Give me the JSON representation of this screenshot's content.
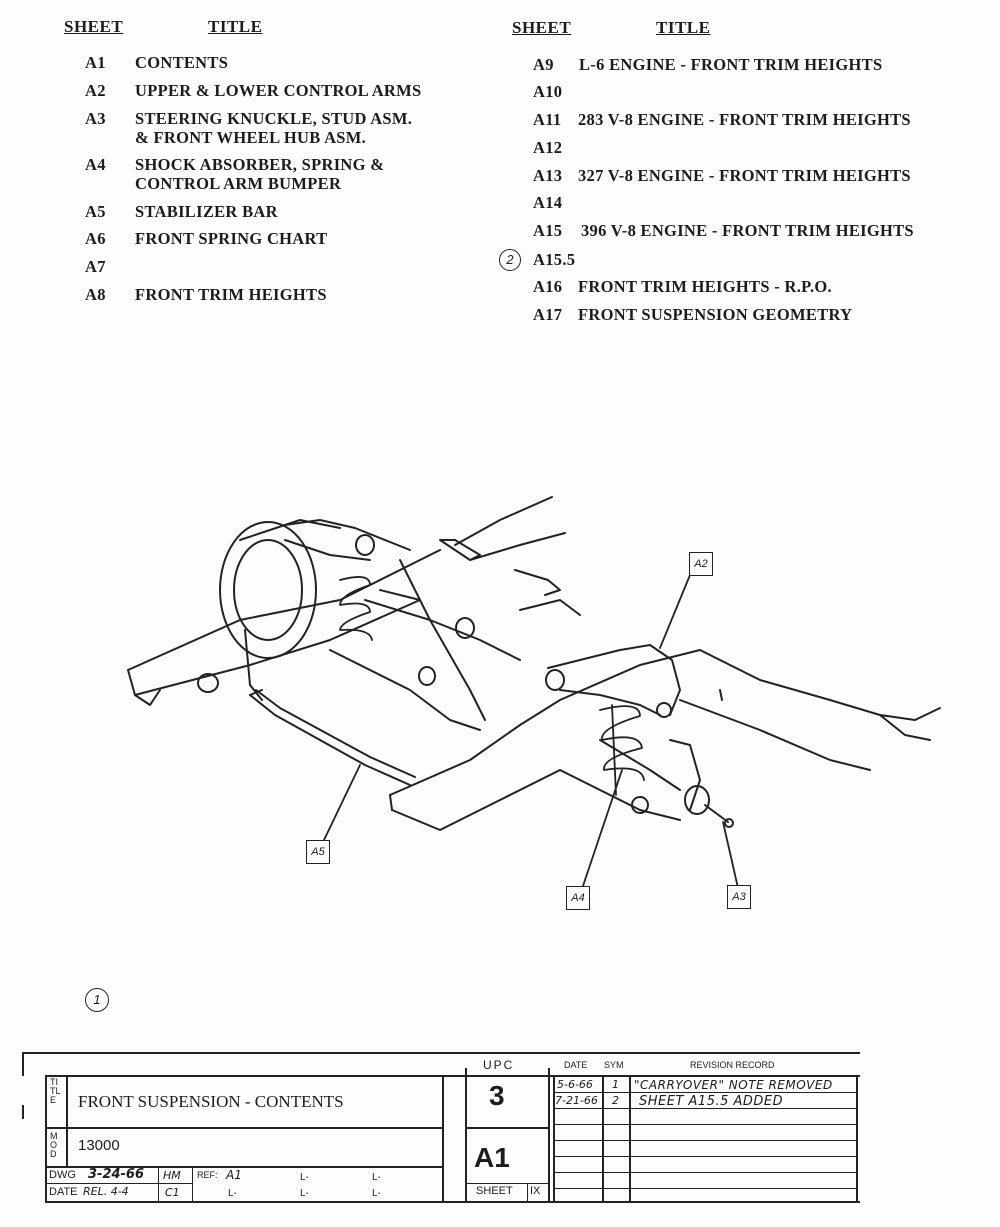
{
  "contents": {
    "header_sheet": "SHEET",
    "header_title": "TITLE",
    "left_rows": [
      {
        "sheet": "A1",
        "title": "CONTENTS",
        "title2": ""
      },
      {
        "sheet": "A2",
        "title": "UPPER & LOWER CONTROL ARMS",
        "title2": ""
      },
      {
        "sheet": "A3",
        "title": "STEERING KNUCKLE, STUD ASM.",
        "title2": "& FRONT WHEEL HUB ASM."
      },
      {
        "sheet": "A4",
        "title": "SHOCK ABSORBER, SPRING &",
        "title2": "CONTROL ARM BUMPER"
      },
      {
        "sheet": "A5",
        "title": "STABILIZER BAR",
        "title2": ""
      },
      {
        "sheet": "A6",
        "title": "FRONT SPRING CHART",
        "title2": ""
      },
      {
        "sheet": "A7",
        "title": "",
        "title2": ""
      },
      {
        "sheet": "A8",
        "title": "FRONT TRIM HEIGHTS",
        "title2": ""
      }
    ],
    "right_rows": [
      {
        "sheet": "A9",
        "title": "L-6 ENGINE - FRONT TRIM HEIGHTS"
      },
      {
        "sheet": "A10",
        "title": ""
      },
      {
        "sheet": "A11",
        "title": "283 V-8 ENGINE - FRONT TRIM HEIGHTS"
      },
      {
        "sheet": "A12",
        "title": ""
      },
      {
        "sheet": "A13",
        "title": "327 V-8 ENGINE - FRONT TRIM HEIGHTS"
      },
      {
        "sheet": "A14",
        "title": ""
      },
      {
        "sheet": "A15",
        "title": "396 V-8 ENGINE - FRONT TRIM HEIGHTS"
      },
      {
        "sheet": "A15.5",
        "title": ""
      },
      {
        "sheet": "A16",
        "title": "FRONT TRIM HEIGHTS - R.P.O."
      },
      {
        "sheet": "A17",
        "title": "FRONT SUSPENSION GEOMETRY"
      }
    ],
    "revision_mark_2": "2"
  },
  "illustration": {
    "callouts": [
      "A2",
      "A3",
      "A4",
      "A5"
    ],
    "revision_mark_1": "1"
  },
  "title_block": {
    "upc_label": "UPC",
    "date_label": "DATE",
    "sym_label": "SYM",
    "revision_record_label": "REVISION RECORD",
    "title_side_label": "TITLE",
    "mod_side_label": "MOD",
    "title": "FRONT SUSPENSION - CONTENTS",
    "mod": "13000",
    "upc": "3",
    "sheet": "A1",
    "sheet_label": "SHEET",
    "sheet_box": "IX",
    "dwg_label": "DWG",
    "dwg_date": "3-24-66",
    "dwg_initials": "HM",
    "ref_label": "REF:",
    "ref": "A1",
    "date_label_row": "DATE",
    "rel": "REL. 4-4",
    "rel_code": "C1",
    "l_label": "L-",
    "revisions": [
      {
        "date": "5-6-66",
        "sym": "1",
        "record": "\"CARRYOVER\" NOTE REMOVED"
      },
      {
        "date": "7-21-66",
        "sym": "2",
        "record": "SHEET A15.5 ADDED"
      }
    ]
  }
}
